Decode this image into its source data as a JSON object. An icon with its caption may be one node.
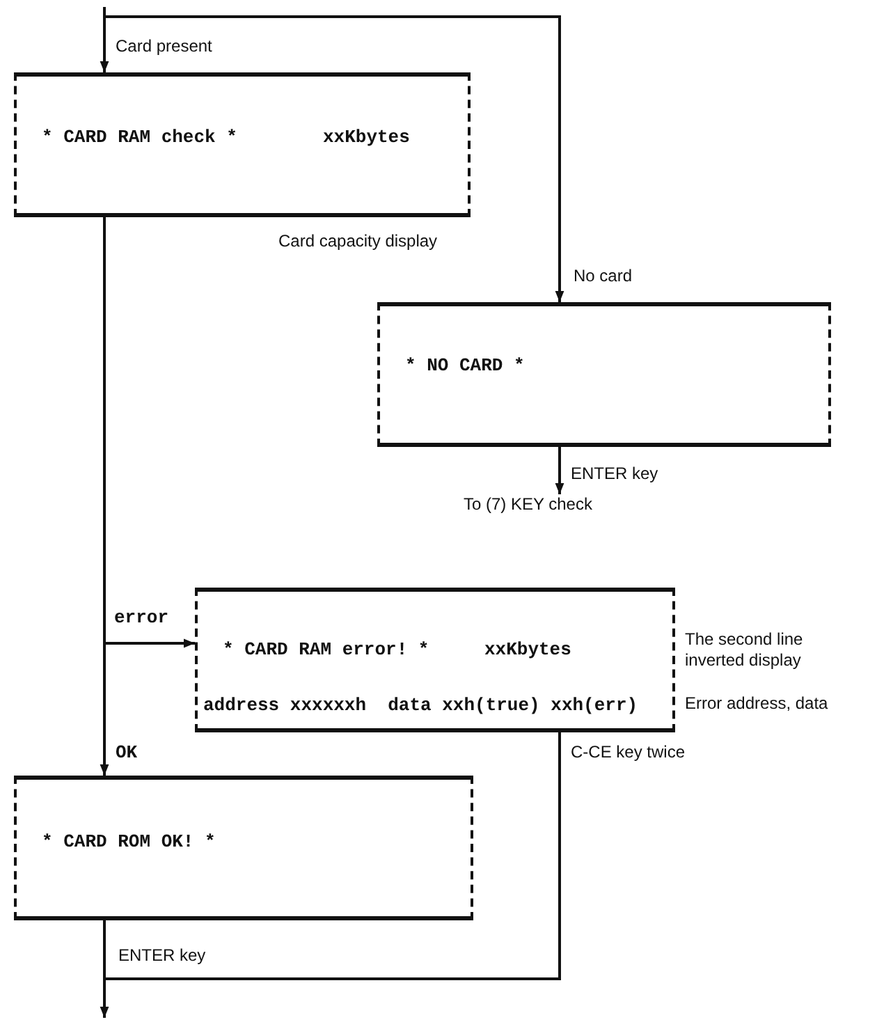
{
  "diagram": {
    "nodes": [
      {
        "text": [
          "* CARD RAM check *",
          "xxKbytes"
        ],
        "beside": [
          "Card capacity display"
        ]
      },
      {
        "text": [
          "* NO CARD *"
        ]
      },
      {
        "text": [
          "* CARD RAM error! *",
          "xxKbytes",
          "address xxxxxxh  data xxh(true) xxh(err)"
        ],
        "beside": [
          "The second line inverted display",
          "Error address, data"
        ]
      },
      {
        "text": [
          "* CARD ROM OK! *"
        ]
      },
      {
        "text": [
          "To (7) KEY check"
        ]
      }
    ],
    "edges": [
      {
        "from": null,
        "to": 0,
        "arrow": "to",
        "label": "Card present"
      },
      {
        "from": null,
        "to": 1,
        "arrow": "to",
        "label": "No card"
      },
      {
        "from": 1,
        "to": 4,
        "arrow": "to",
        "label": "ENTER key"
      },
      {
        "from": 0,
        "to": 2,
        "arrow": "to",
        "label": "error"
      },
      {
        "from": 0,
        "to": 3,
        "arrow": "to",
        "label": "OK"
      },
      {
        "from": 2,
        "to": null,
        "arrow": "none",
        "label": "C-CE key twice"
      },
      {
        "from": 3,
        "to": null,
        "arrow": "to",
        "label": "ENTER key"
      }
    ]
  }
}
